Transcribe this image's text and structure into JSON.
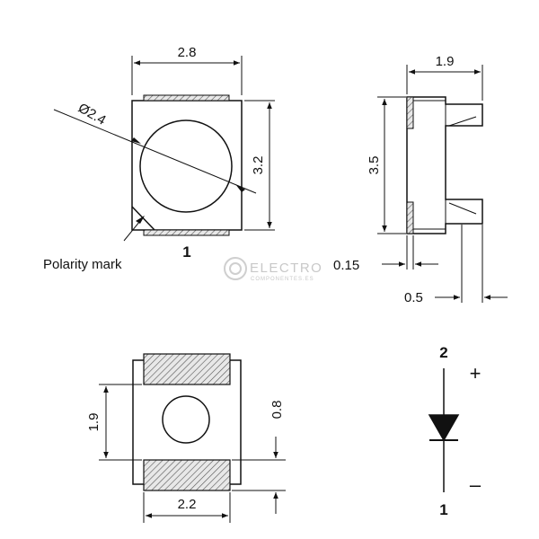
{
  "top_view": {
    "width_label": "2.8",
    "height_label": "3.2",
    "diameter_label": "Ø2.4",
    "polarity_label": "Polarity mark",
    "pin_label": "1"
  },
  "side_view": {
    "width_label": "1.9",
    "height_label": "3.5",
    "pad_thickness_label": "0.15",
    "lens_offset_label": "0.5"
  },
  "bottom_view": {
    "pad_spacing_label": "1.9",
    "pad_height_label": "0.8",
    "pad_width_label": "2.2"
  },
  "symbol": {
    "anode_pin": "2",
    "anode_sign": "+",
    "cathode_pin": "1",
    "cathode_sign": "–"
  },
  "watermark": {
    "title": "ELECTRO",
    "subtitle": "COMPONENTES.ES"
  }
}
